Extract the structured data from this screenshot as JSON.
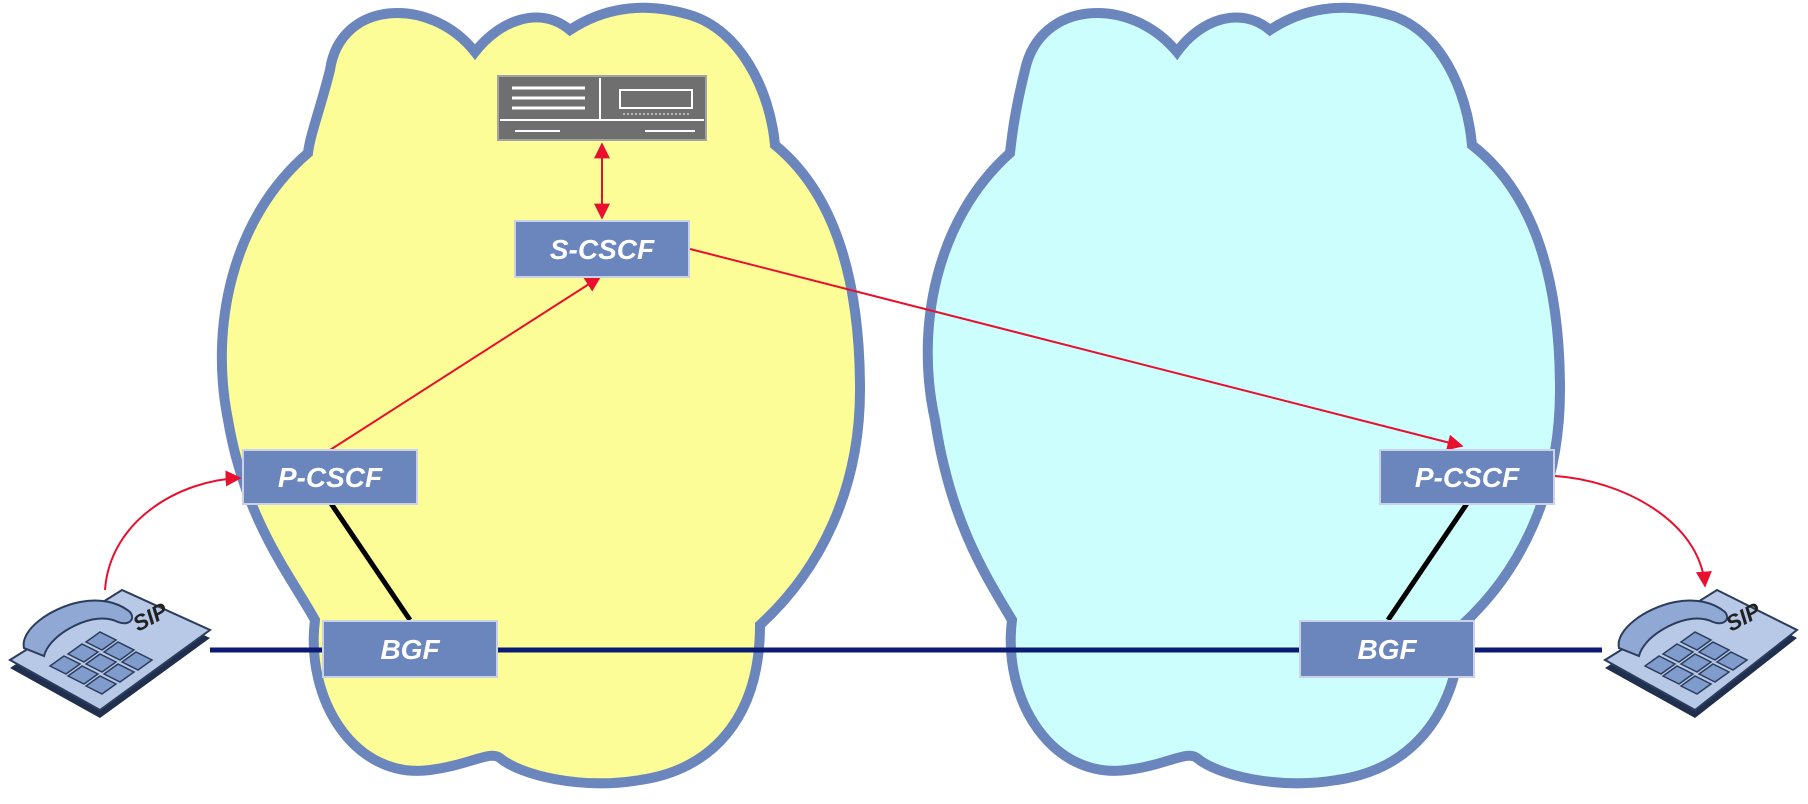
{
  "nodes": {
    "s_cscf": "S-CSCF",
    "p_cscf_left": "P-CSCF",
    "p_cscf_right": "P-CSCF",
    "bgf_left": "BGF",
    "bgf_right": "BGF"
  },
  "phones": {
    "left_label": "SIP",
    "right_label": "SIP"
  },
  "colors": {
    "cloud_left_fill": "#fdfd98",
    "cloud_right_fill": "#ccfefe",
    "cloud_stroke": "#6b86bd",
    "node_fill": "#6a86bd",
    "signaling": "#e8102e",
    "media": "#0b1a73",
    "bearer_link": "#000000"
  },
  "icons": {
    "server": "server-icon",
    "phone": "sip-phone-icon"
  }
}
